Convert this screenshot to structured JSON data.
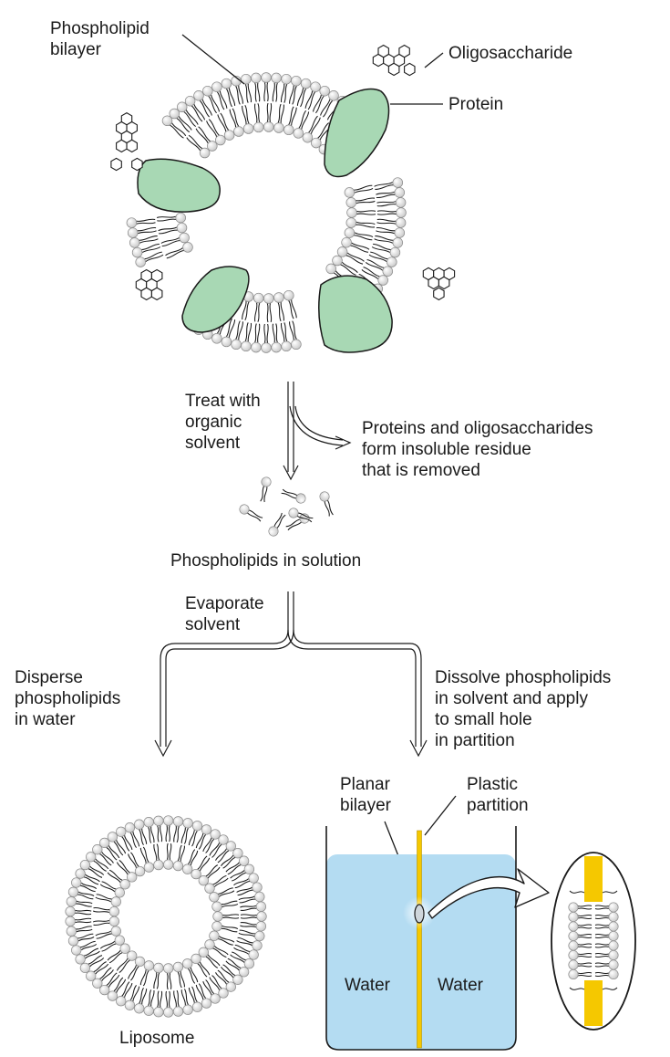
{
  "labels": {
    "phospholipid_bilayer": "Phospholipid\nbilayer",
    "oligosaccharide": "Oligosaccharide",
    "protein": "Protein",
    "treat_with_solvent": "Treat with\norganic\nsolvent",
    "residue_removed": "Proteins and oligosaccharides\nform insoluble residue\nthat is removed",
    "phospholipids_in_solution": "Phospholipids in solution",
    "evaporate_solvent": "Evaporate\nsolvent",
    "disperse_in_water": "Disperse\nphospholipids\nin water",
    "dissolve_and_apply": "Dissolve phospholipids\nin solvent and apply\nto small hole\nin partition",
    "planar_bilayer": "Planar\nbilayer",
    "plastic_partition": "Plastic\npartition",
    "water_left": "Water",
    "water_right": "Water",
    "liposome": "Liposome"
  },
  "colors": {
    "protein_fill": "#a8d8b4",
    "water_fill": "#b4dcf2",
    "partition_fill": "#f5c800",
    "headgroup_fill": "#e4e4e4",
    "line": "#1a1a1a"
  },
  "icons": {
    "oligosaccharide_glyph": "hexagon-ring-cluster",
    "flow_arrow": "double-line-arrow",
    "zoom_arrow": "curved-outline-arrow"
  }
}
